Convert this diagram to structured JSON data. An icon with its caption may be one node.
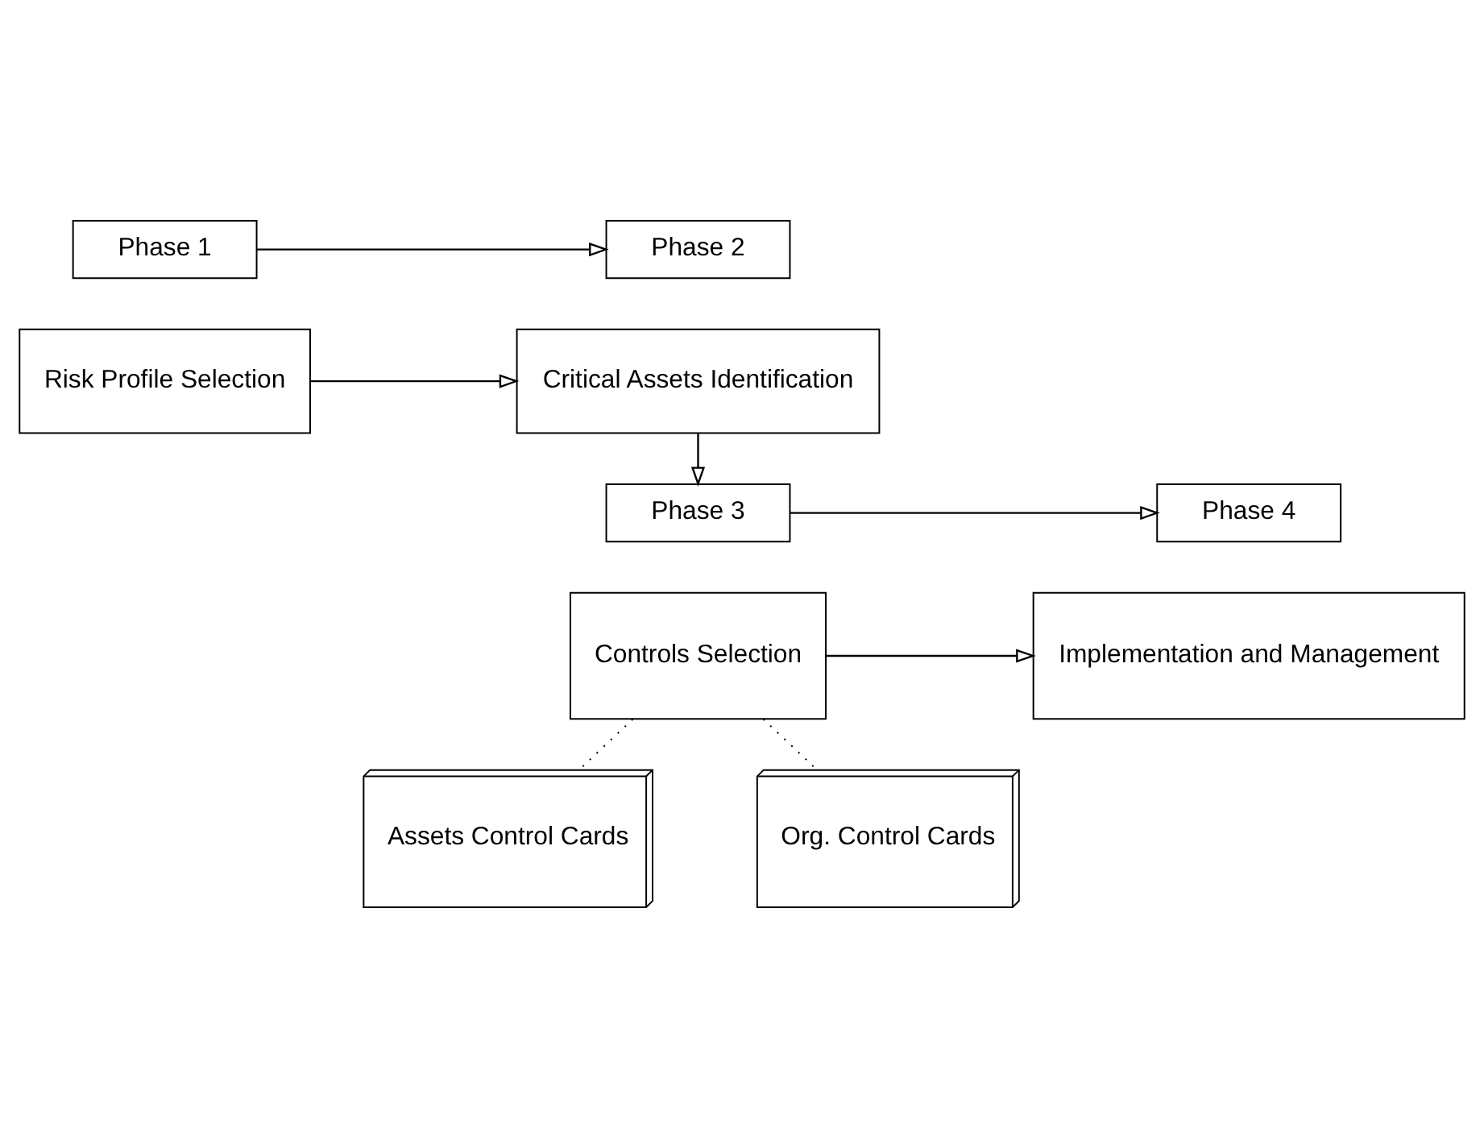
{
  "diagram": {
    "nodes": [
      {
        "text": [
          "Phase 1"
        ]
      },
      {
        "text": [
          "Risk Profile Selection"
        ]
      },
      {
        "text": [
          "Phase 2"
        ]
      },
      {
        "text": [
          "Critical Assets Identification"
        ]
      },
      {
        "text": [
          "Phase 3"
        ]
      },
      {
        "text": [
          "Controls Selection"
        ]
      },
      {
        "text": [
          "Phase 4"
        ]
      },
      {
        "text": [
          "Implementation and Management"
        ]
      },
      {
        "text": [
          "Assets Control Cards"
        ]
      },
      {
        "text": [
          "Org. Control Cards"
        ]
      }
    ],
    "edges": [
      {
        "from": 0,
        "to": 2,
        "arrow": "to"
      },
      {
        "from": 1,
        "to": 3,
        "arrow": "to"
      },
      {
        "from": 3,
        "to": 4,
        "arrow": "to"
      },
      {
        "from": 4,
        "to": 6,
        "arrow": "to"
      },
      {
        "from": 5,
        "to": 7,
        "arrow": "to"
      },
      {
        "from": 5,
        "to": 8,
        "arrow": "none",
        "style": "dashed"
      },
      {
        "from": 5,
        "to": 9,
        "arrow": "none",
        "style": "dashed"
      }
    ]
  }
}
